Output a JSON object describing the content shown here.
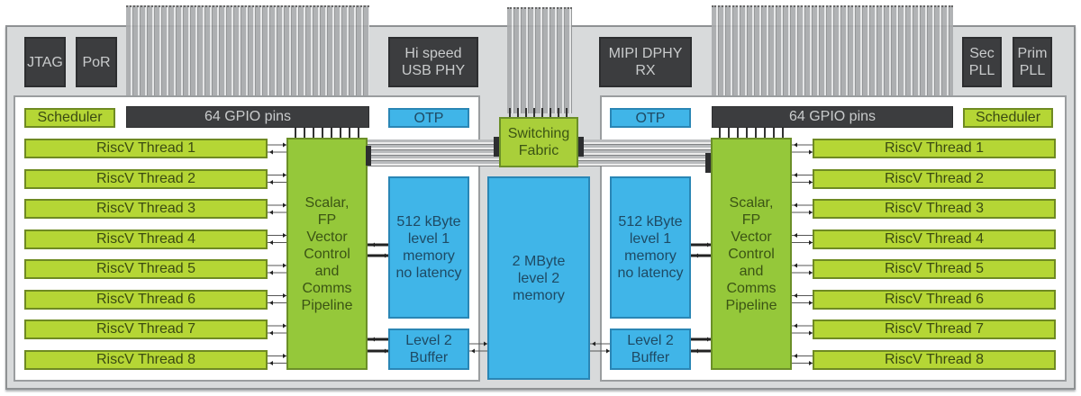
{
  "diagram": {
    "title": "RISC-V multi-threaded SoC block diagram",
    "top_blocks": {
      "jtag": "JTAG",
      "por": "PoR",
      "usb_phy": "Hi speed\nUSB PHY",
      "mipi": "MIPI DPHY\nRX",
      "sec_pll": "Sec\nPLL",
      "prim_pll": "Prim\nPLL"
    },
    "center": {
      "switching_fabric": "Switching\nFabric",
      "l2_memory": "2 MByte\nlevel 2\nmemory"
    },
    "left_cluster": {
      "scheduler": "Scheduler",
      "gpio": "64 GPIO pins",
      "otp": "OTP",
      "pipeline": "Scalar,\nFP\nVector\nControl\nand\nComms\nPipeline",
      "l1_memory": "512 kByte\nlevel 1\nmemory\nno latency",
      "l2_buffer": "Level 2\nBuffer",
      "threads": [
        "RiscV Thread 1",
        "RiscV Thread 2",
        "RiscV Thread 3",
        "RiscV Thread 4",
        "RiscV Thread 5",
        "RiscV Thread 6",
        "RiscV Thread 7",
        "RiscV Thread 8"
      ]
    },
    "right_cluster": {
      "scheduler": "Scheduler",
      "gpio": "64 GPIO pins",
      "otp": "OTP",
      "pipeline": "Scalar,\nFP\nVector\nControl\nand\nComms\nPipeline",
      "l1_memory": "512 kByte\nlevel 1\nmemory\nno latency",
      "l2_buffer": "Level 2\nBuffer",
      "threads": [
        "RiscV Thread 1",
        "RiscV Thread 2",
        "RiscV Thread 3",
        "RiscV Thread 4",
        "RiscV Thread 5",
        "RiscV Thread 6",
        "RiscV Thread 7",
        "RiscV Thread 8"
      ]
    },
    "colors": {
      "dark_block": "#3c3d3f",
      "thread_lime": "#b5d635",
      "pipeline_green": "#95c83a",
      "memory_blue": "#40b5e8",
      "chip_gray": "#d8dadb"
    }
  }
}
